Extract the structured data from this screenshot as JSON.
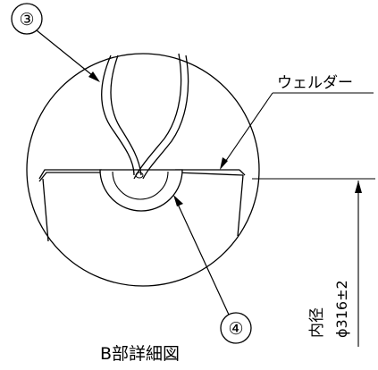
{
  "diagram": {
    "title": "B部詳細図",
    "labels": {
      "part_3": "③",
      "part_4": "④",
      "welder": "ウェルダー",
      "inner_diameter": "内径",
      "diameter_value": "ϕ316±2"
    }
  }
}
